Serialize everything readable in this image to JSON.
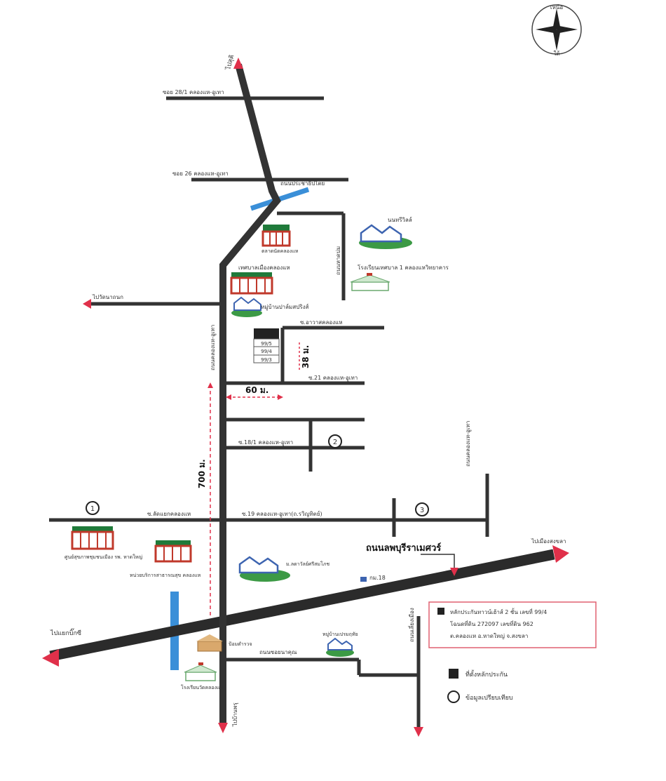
{
  "compass": {
    "north": "เหนือ",
    "south": "ใต้"
  },
  "roads": {
    "to_north": "ไปสุคิ",
    "soi_28_1": "ซอย 28/1 คลองแห-อูเทา",
    "soi_26": "ซอย 26 คลองแห-อูเทา",
    "canal_road": "ถนนประชาธิปไตย",
    "to_west": "ไปวัดนาถนก",
    "main_vertical": "ถนนคลองแห-อูเทา",
    "side_vertical": "ถนนหาดบ่ม",
    "soi_upper": "ซ.อาวาสคลองแห",
    "soi_21": "ซ.21 คลองแห-อูเทา",
    "soi_18": "ซ.18/1 คลองแห-อูเทา",
    "soi_west": "ซ.ลัดแยกคลองแห",
    "soi_19": "ซ.19 คลองแห-อูเทา(ถ.รวิญทิตย์)",
    "right_vertical": "ถนนคลองแห-อูเทา",
    "highway_label": "ถนนลพบุรีราเมศวร์",
    "to_east": "ไปเมืองสงขลา",
    "to_southwest": "ไปแยกบิ๊กซี",
    "to_south": "ไปบ้านพรุ",
    "soi_bottom": "ถนนซอยนาคุณ",
    "right_bottom_vertical": "ถนนเลี่ยงเมือง",
    "km_marker": "กม.18"
  },
  "places": {
    "market": "ตลาดนัดคลองแห",
    "municipality": "เทศบาลเมืองคลองแห",
    "village_a": "หมู่บ้านปาล์มสปริงส์",
    "village_b": "นนทรีวิลล์",
    "school_1": "โรงเรียนเทศบาล 1 คลองแหวิทยาคาร",
    "health_center": "ศูนย์สุขภาพชุมชนเมือง รพ. หาดใหญ่",
    "health_station": "หน่วยบริการสาธารณสุข คลองแห",
    "village_c": "ม.ลดาวัลย์ศรีสมโภช",
    "police": "ป้อมตำรวจ",
    "village_d": "หมู่บ้านเปรมฤทัย",
    "temple_school": "โรงเรียนวัดคลองแห"
  },
  "plot": {
    "rows": [
      "99/5",
      "99/4",
      "99/3"
    ]
  },
  "distances": {
    "d38": "38 ม.",
    "d60": "60 ม.",
    "d700": "700 ม."
  },
  "markers": [
    "1",
    "2",
    "3"
  ],
  "info_box": {
    "line1": "หลักประกันทาวน์เฮ้าส์ 2 ชั้น เลขที่ 99/4",
    "line2": "โฉนดที่ดิน 272097 เลขที่ดิน 962",
    "line3": "ต.คลองแห อ.หาดใหญ่ จ.สงขลา"
  },
  "legend": {
    "collateral": "ที่ตั้งหลักประกัน",
    "comparable": "ข้อมูลเปรียบเทียบ"
  },
  "colors": {
    "road": "#333333",
    "arrow": "#e0304a",
    "canal": "#3a8fd8",
    "building": "#c0392b",
    "roof": "#1f7a3a",
    "house_blue": "#3d64b0",
    "lawn": "#3c9a45",
    "dashed": "#e0304a",
    "info_border": "#e06070"
  }
}
